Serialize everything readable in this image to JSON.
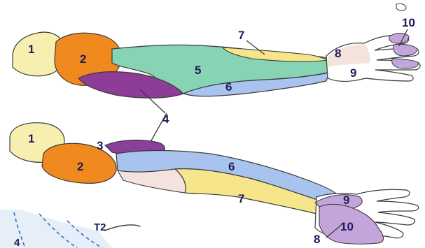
{
  "labels": {
    "top": {
      "n1": "1",
      "n2": "2",
      "n4": "4",
      "n5": "5",
      "n6": "6",
      "n7": "7",
      "n8": "8",
      "n9": "9",
      "n10": "10"
    },
    "bottom": {
      "n1": "1",
      "n2": "2",
      "n3": "3",
      "n6": "6",
      "n7": "7",
      "n8": "8",
      "n9": "9",
      "n10": "10"
    },
    "torso": {
      "n4": "4",
      "t2": "T2"
    }
  },
  "colors": {
    "zone1": "#f7efb0",
    "zone2": "#f08a1e",
    "zone3": "#8a3f9b",
    "zone4": "#8d3c98",
    "zone5": "#86d4b4",
    "zone6": "#a8c4ee",
    "zone7": "#f6e58a",
    "zone8": "#f4e3dc",
    "zone9": "#ffffff",
    "zone10": "#c3a5dc",
    "label_text": "#1f1a5c",
    "dermatome_dash": "#2f6fd0"
  }
}
